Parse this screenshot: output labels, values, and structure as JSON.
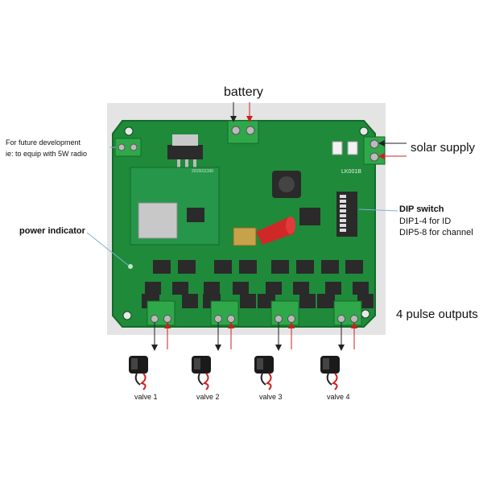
{
  "labels": {
    "battery": "battery",
    "solar_supply": "solar supply",
    "future_line1": "For future development",
    "future_line2": "ie: to equip with 5W radio",
    "power_indicator": "power indicator",
    "dip_title": "DIP switch",
    "dip_line1": "DIP1-4 for ID",
    "dip_line2": "DIP5-8 for channel",
    "pulse_outputs": "4 pulse outputs",
    "board_marking": "LK001B",
    "chip_marking": "2015011100"
  },
  "valves": [
    {
      "label": "valve 1"
    },
    {
      "label": "valve 2"
    },
    {
      "label": "valve 3"
    },
    {
      "label": "valve 4"
    }
  ],
  "colors": {
    "pcb": "#1f8a3a",
    "pcb_dark": "#146a2a",
    "terminal": "#2fa84a",
    "wire_black": "#222222",
    "wire_red": "#cc2020",
    "callout_line": "#7fb0d8",
    "antenna": "#d02828",
    "photo_background": "#e4e4e4"
  }
}
